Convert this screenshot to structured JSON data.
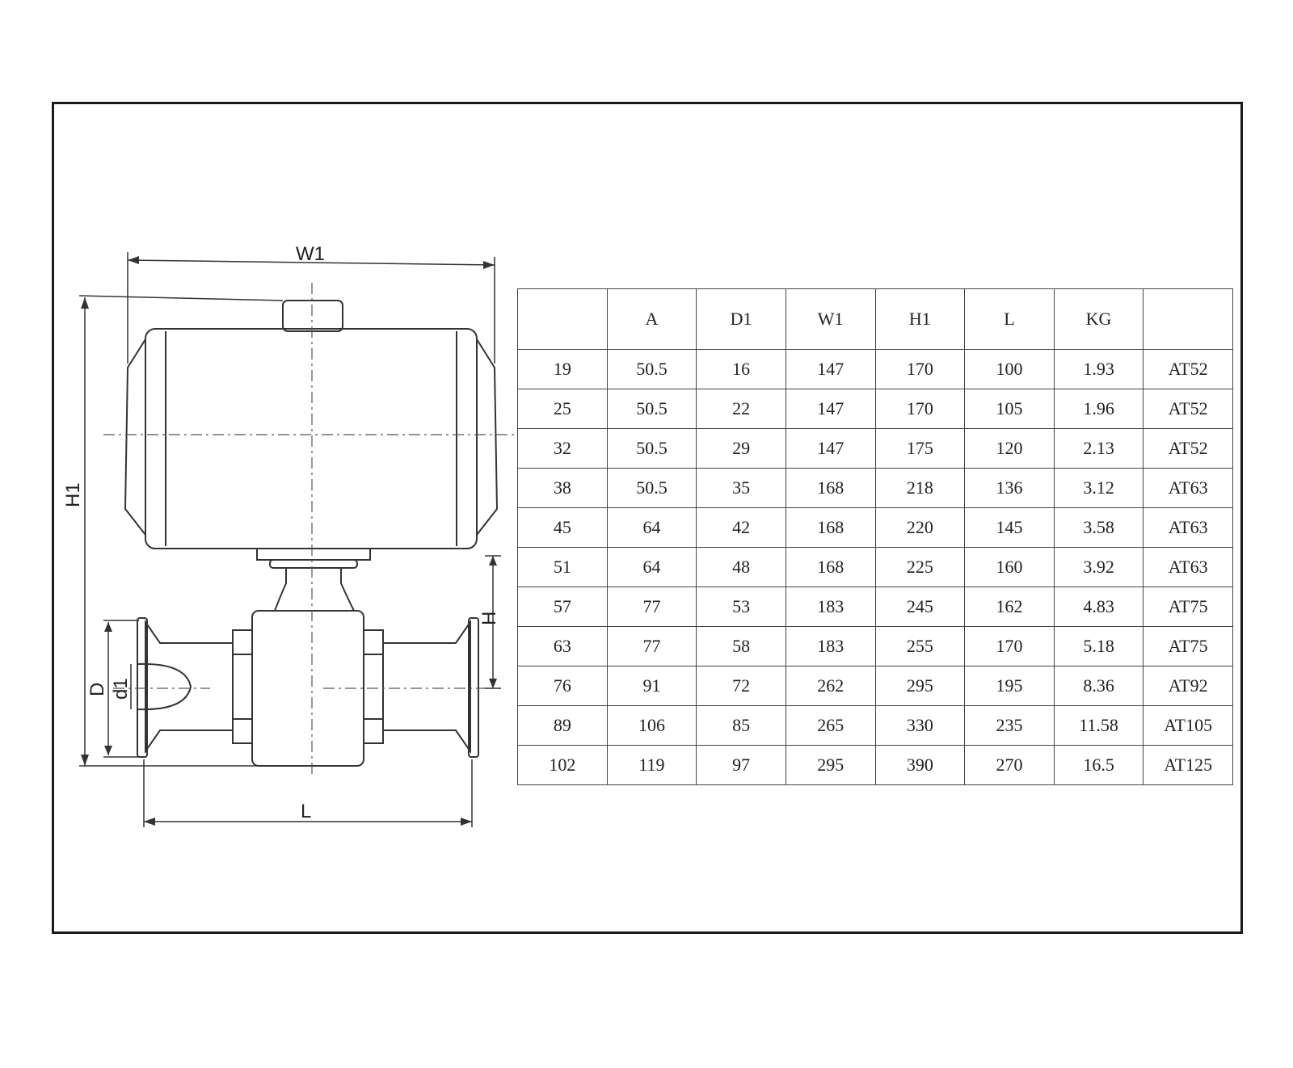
{
  "drawing": {
    "labels": {
      "w1": "W1",
      "h1": "H1",
      "h": "H",
      "d": "D",
      "d1": "d1",
      "l": "L"
    }
  },
  "table": {
    "headers": [
      "",
      "A",
      "D1",
      "W1",
      "H1",
      "L",
      "KG",
      ""
    ],
    "rows": [
      [
        "19",
        "50.5",
        "16",
        "147",
        "170",
        "100",
        "1.93",
        "AT52"
      ],
      [
        "25",
        "50.5",
        "22",
        "147",
        "170",
        "105",
        "1.96",
        "AT52"
      ],
      [
        "32",
        "50.5",
        "29",
        "147",
        "175",
        "120",
        "2.13",
        "AT52"
      ],
      [
        "38",
        "50.5",
        "35",
        "168",
        "218",
        "136",
        "3.12",
        "AT63"
      ],
      [
        "45",
        "64",
        "42",
        "168",
        "220",
        "145",
        "3.58",
        "AT63"
      ],
      [
        "51",
        "64",
        "48",
        "168",
        "225",
        "160",
        "3.92",
        "AT63"
      ],
      [
        "57",
        "77",
        "53",
        "183",
        "245",
        "162",
        "4.83",
        "AT75"
      ],
      [
        "63",
        "77",
        "58",
        "183",
        "255",
        "170",
        "5.18",
        "AT75"
      ],
      [
        "76",
        "91",
        "72",
        "262",
        "295",
        "195",
        "8.36",
        "AT92"
      ],
      [
        "89",
        "106",
        "85",
        "265",
        "330",
        "235",
        "11.58",
        "AT105"
      ],
      [
        "102",
        "119",
        "97",
        "295",
        "390",
        "270",
        "16.5",
        "AT125"
      ]
    ]
  }
}
